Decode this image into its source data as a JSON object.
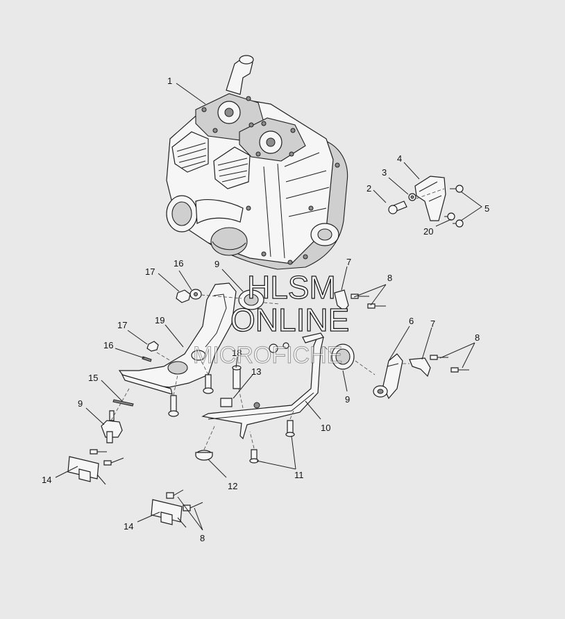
{
  "callouts": {
    "c1": "1",
    "c2": "2",
    "c3": "3",
    "c4": "4",
    "c5": "5",
    "c6": "6",
    "c7a": "7",
    "c7b": "7",
    "c8a": "8",
    "c8b": "8",
    "c8c": "8",
    "c9a": "9",
    "c9b": "9",
    "c9c": "9",
    "c10": "10",
    "c11": "11",
    "c12": "12",
    "c13": "13",
    "c14a": "14",
    "c14b": "14",
    "c15": "15",
    "c16a": "16",
    "c16b": "16",
    "c17a": "17",
    "c17b": "17",
    "c18": "18",
    "c19": "19",
    "c20": "20"
  },
  "watermark": {
    "line1": "HLSM",
    "line2": "ONLINE",
    "line3": "MICROFICHE"
  }
}
